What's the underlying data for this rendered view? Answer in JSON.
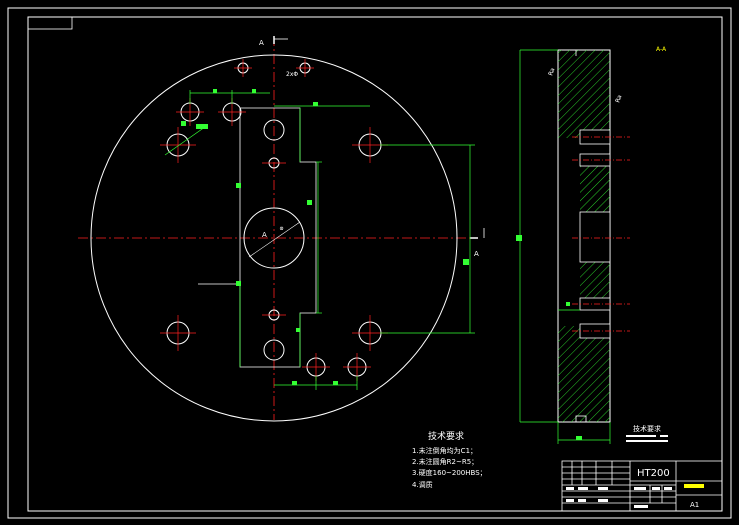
{
  "drawing": {
    "section_mark": "A",
    "section_label": "A-A",
    "hole_note": "2xΦ",
    "diameter_mark": "Φ",
    "roughness_mark": "Ra",
    "material": "HT200",
    "sheet_label": "A1"
  },
  "tech_requirements": {
    "title": "技术要求",
    "items": [
      "1.未注倒角均为C1；",
      "2.未注圆角R2~R5；",
      "3.硬度160~200HBS；",
      "4.调质"
    ]
  },
  "section_notes": {
    "title": "技术要求"
  },
  "colors": {
    "background": "#000000",
    "outline": "#ffffff",
    "centerline": "#ff2020",
    "dimension": "#33ff33",
    "hatch": "#33ff33",
    "accent": "#ffff00"
  }
}
